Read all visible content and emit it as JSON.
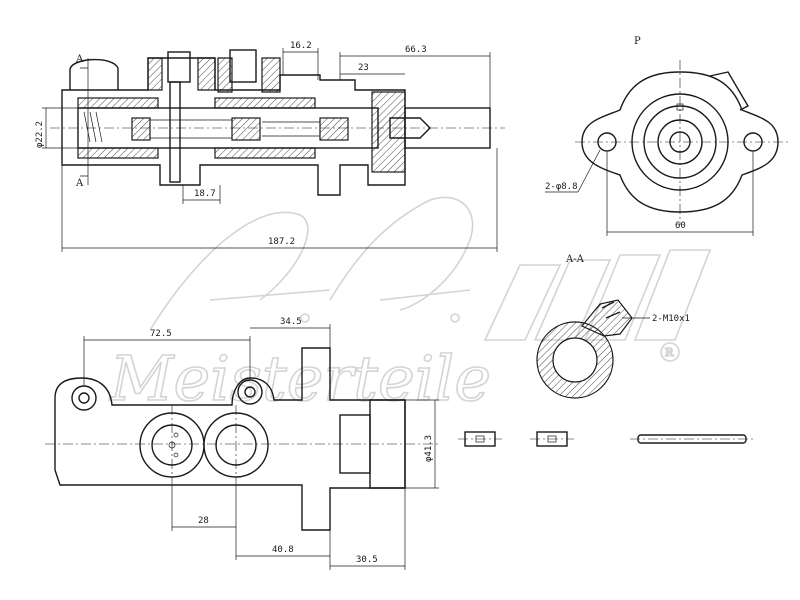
{
  "watermark": {
    "monogram": "A.Z.",
    "brand": "Meisterteile",
    "registered": "R"
  },
  "views": {
    "section_a_label": "A",
    "section_a_label_lower": "A",
    "view_p_label": "P",
    "view_aa_label": "A-A"
  },
  "dimensions": {
    "d_16_2": "16.2",
    "d_66_3": "66.3",
    "d_23": "23",
    "d_phi22_2": "φ22.2",
    "d_18_7": "18.7",
    "d_187_2": "187.2",
    "d_2phi8_8": "2-φ8.8",
    "d_60": "60",
    "d_2m10": "2-M10x1",
    "d_72_5": "72.5",
    "d_34_5": "34.5",
    "d_phi41_3": "φ41.3",
    "d_28": "28",
    "d_40_8": "40.8",
    "d_30_5": "30.5"
  }
}
